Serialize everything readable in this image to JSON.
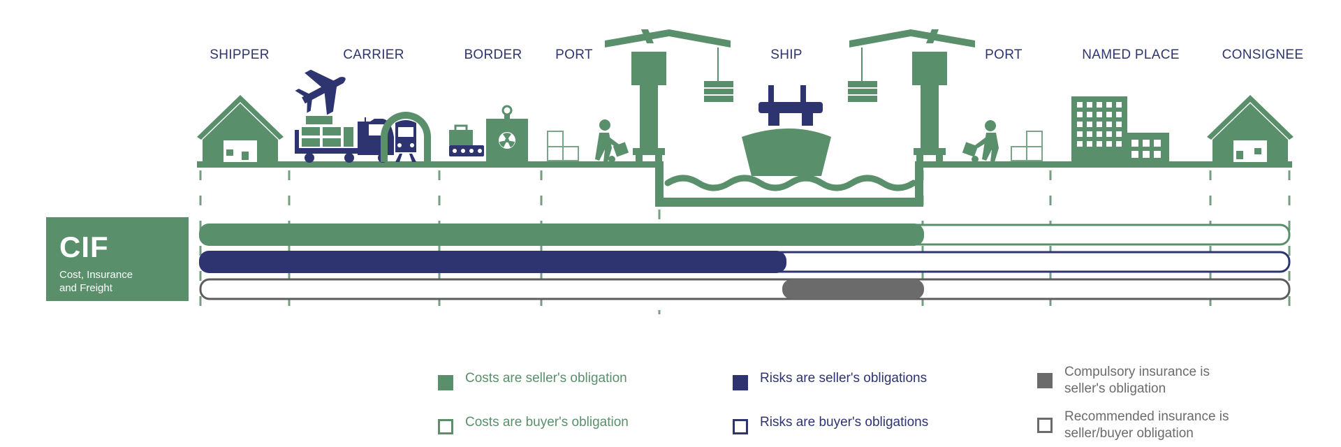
{
  "stages": [
    "SHIPPER",
    "CARRIER",
    "BORDER",
    "PORT",
    "SHIP",
    "PORT",
    "NAMED PLACE",
    "CONSIGNEE"
  ],
  "term": {
    "code": "CIF",
    "name": "Cost, Insurance and Freight"
  },
  "colors": {
    "green": "#5a8f6b",
    "navy": "#2e3470",
    "gray": "#6b6b6b",
    "bar_outline_gray": "#5c5c5c"
  },
  "icons": [
    "warehouse-icon",
    "airplane-icon",
    "truck-icon",
    "train-icon",
    "customs-scanner-icon",
    "porter-icon",
    "crane-icon",
    "ship-icon",
    "office-building-icon"
  ],
  "bars": {
    "costs_seller_until": "PORT (destination)",
    "risks_seller_until": "SHIP (on board)",
    "insurance_compulsory": "SHIP"
  },
  "legend": [
    {
      "text": "Costs are seller's obligation",
      "color": "#5a8f6b",
      "filled": true
    },
    {
      "text": "Costs are buyer's obligation",
      "color": "#5a8f6b",
      "filled": false
    },
    {
      "text": "Risks are seller's obligations",
      "color": "#2e3470",
      "filled": true
    },
    {
      "text": "Risks are buyer's obligations",
      "color": "#2e3470",
      "filled": false
    },
    {
      "text": "Compulsory insurance is seller's obligation",
      "color": "#6b6b6b",
      "filled": true
    },
    {
      "text": "Recommended insurance is seller/buyer obligation",
      "color": "#6b6b6b",
      "filled": false
    }
  ]
}
